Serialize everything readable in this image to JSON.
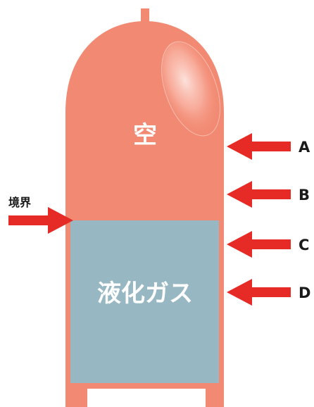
{
  "diagram": {
    "empty_label": "空",
    "liquid_label": "液化ガス",
    "boundary_label": "境界",
    "markers": [
      "A",
      "B",
      "C",
      "D"
    ],
    "colors": {
      "tank": "#f28a73",
      "liquid": "#97b7c2",
      "arrow": "#e62a26",
      "text_dark": "#1a1a1a"
    }
  }
}
